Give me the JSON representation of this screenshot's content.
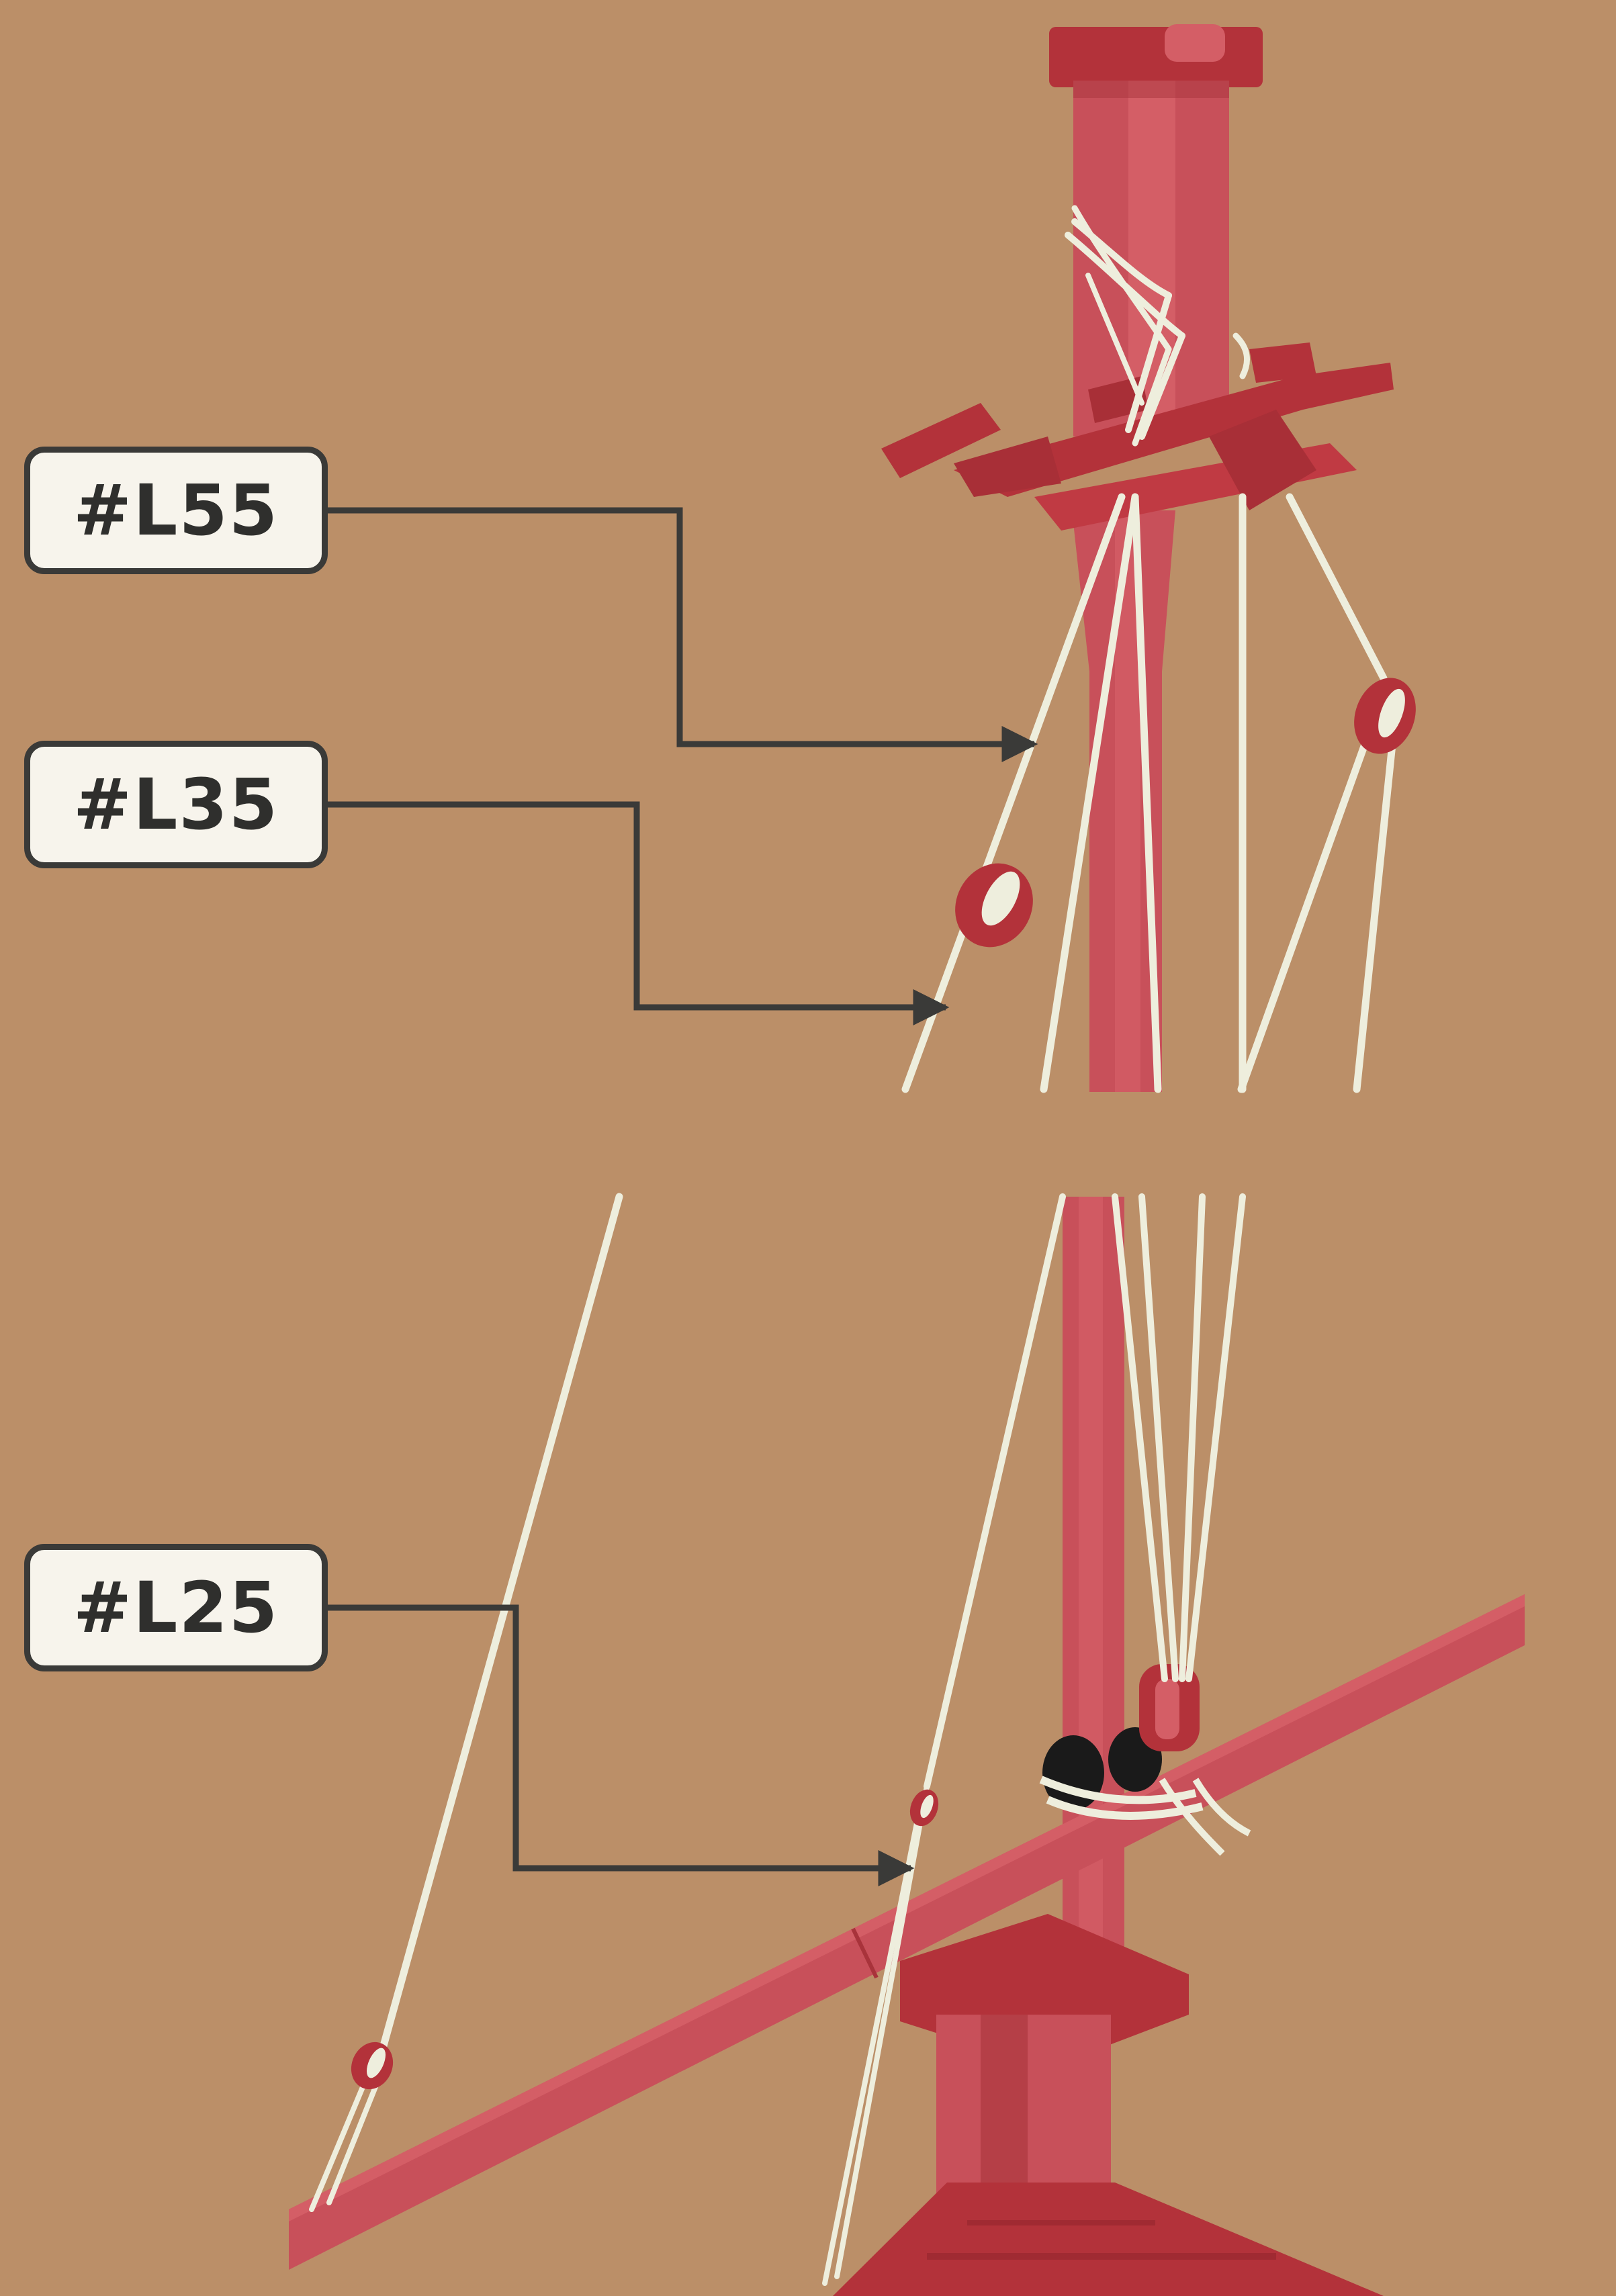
{
  "callouts": [
    {
      "id": "L55",
      "label": "#L55"
    },
    {
      "id": "L35",
      "label": "#L35"
    },
    {
      "id": "L25",
      "label": "#L25"
    }
  ],
  "colors": {
    "background": "#bb8f68",
    "wood_red": "#c8505a",
    "wood_red_dark": "#b3323a",
    "wood_red_light": "#d45e66",
    "line": "#eeeedd",
    "callout_fill": "#f7f4ec",
    "callout_border": "#3a3a38",
    "leader": "#3a3a38"
  }
}
